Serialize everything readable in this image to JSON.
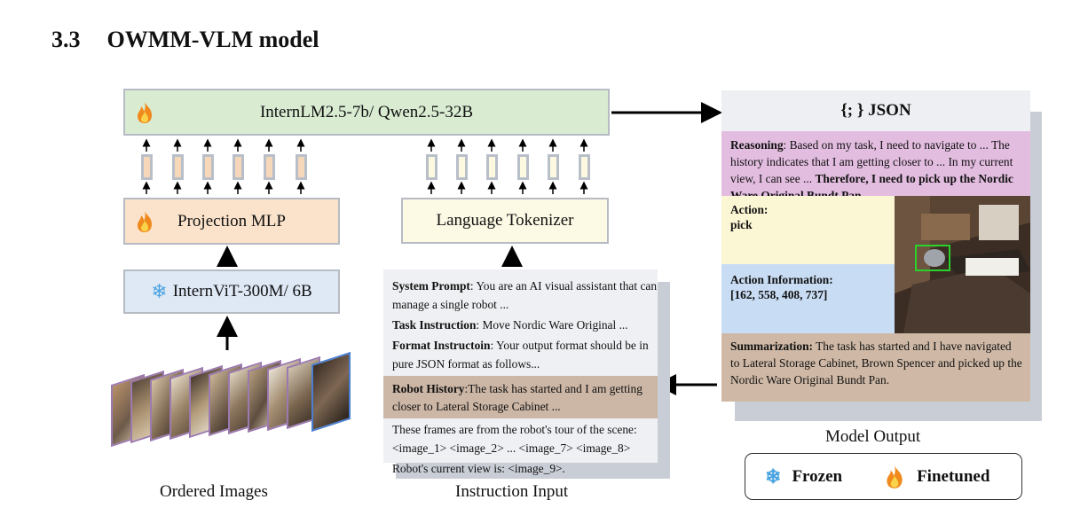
{
  "heading": {
    "number": "3.3",
    "title": "OWMM-VLM model"
  },
  "llm": {
    "label": "InternLM2.5-7b/ Qwen2.5-32B",
    "icon": "flame-icon"
  },
  "projection": {
    "label": "Projection MLP",
    "icon": "flame-icon"
  },
  "vit": {
    "label": "InternViT-300M/ 6B",
    "icon": "snowflake-icon"
  },
  "tokenizer": {
    "label": "Language Tokenizer"
  },
  "captions": {
    "images": "Ordered Images",
    "instruction": "Instruction Input",
    "output": "Model Output"
  },
  "instruction": {
    "system_key": "System Prompt",
    "system_val": ": You are an AI visual assistant that can manage a single robot ...",
    "task_key": "Task Instruction",
    "task_val": ": Move Nordic Ware Original ...",
    "format_key": "Format Instructoin",
    "format_val": ": Your output format should be in pure JSON format as follows...",
    "history_key": "Robot History",
    "history_val": ":The task has started and I am getting closer to Lateral Storage Cabinet ...",
    "frames": "These frames are from the robot's tour of the scene: <image_1> <image_2> ... <image_7> <image_8>",
    "current": "Robot's current view is: <image_9>."
  },
  "output": {
    "header": "{; }   JSON",
    "reasoning_key": "Reasoning",
    "reasoning_val": ": Based on my task, I need to navigate to ... The history indicates that I am getting closer to ... In my current view, I can see ... ",
    "reasoning_bold": "Therefore, I need to pick up the Nordic Ware Original Bundt Pan.",
    "action_key": "Action:",
    "action_val": "pick",
    "actinfo_key": "Action Information:",
    "actinfo_val": "[162, 558, 408, 737]",
    "summary_key": "Summarization:",
    "summary_val": " The task has started and I have navigated to Lateral Storage Cabinet, Brown Spencer and picked up the Nordic Ware Original Bundt Pan."
  },
  "legend": {
    "frozen": "Frozen",
    "finetuned": "Finetuned"
  },
  "colors": {
    "llm_fill": "#d9ecd2",
    "projection_fill": "#fbe3cb",
    "vit_fill": "#dfe9f6",
    "tokenizer_fill": "#fcf9e4",
    "reasoning_fill": "#e3bde0",
    "action_fill": "#fbf6d4",
    "actinfo_fill": "#c8dcf4",
    "summary_fill": "#cfb9a6",
    "flame": "#f08a1c",
    "snowflake": "#4aa3e0"
  }
}
